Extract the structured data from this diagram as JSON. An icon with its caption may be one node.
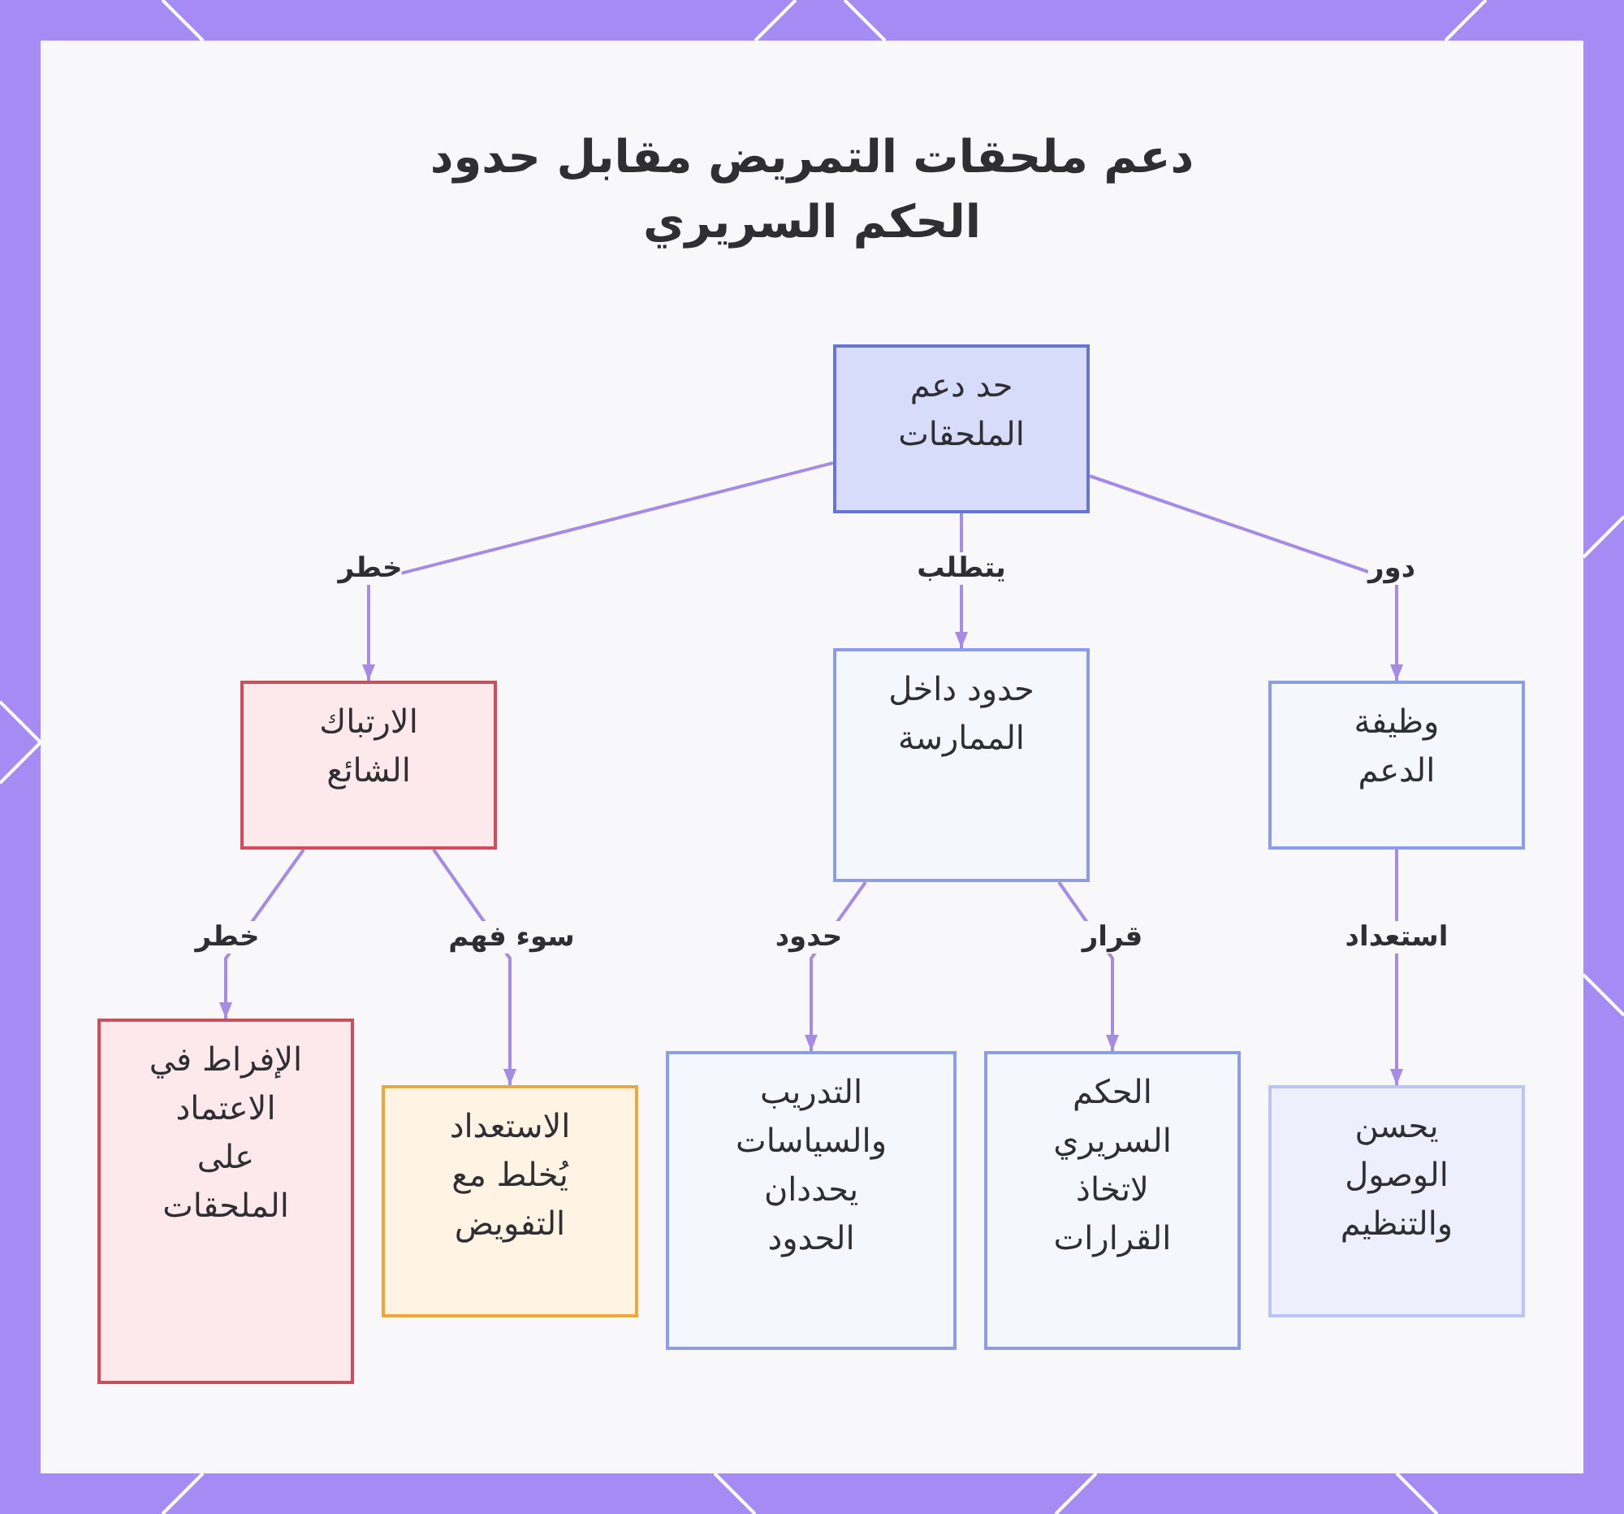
{
  "diagram": {
    "title": "دعم ملحقات التمريض مقابل حدود الحكم السريري",
    "nodes": [
      {
        "text": [
          "حد دعم الملحقات"
        ]
      },
      {
        "text": [
          "الارتباك الشائع"
        ]
      },
      {
        "text": [
          "حدود داخل الممارسة"
        ]
      },
      {
        "text": [
          "وظيفة الدعم"
        ]
      },
      {
        "text": [
          "الإفراط في الاعتماد على الملحقات"
        ]
      },
      {
        "text": [
          "الاستعداد يُخلط مع التفويض"
        ]
      },
      {
        "text": [
          "التدريب والسياسات يحددان الحدود"
        ]
      },
      {
        "text": [
          "الحكم السريري لاتخاذ القرارات"
        ]
      },
      {
        "text": [
          "يحسن الوصول والتنظيم"
        ]
      }
    ],
    "edges": [
      {
        "from": 0,
        "to": 1,
        "arrow": "to",
        "label": "خطر"
      },
      {
        "from": 0,
        "to": 2,
        "arrow": "to",
        "label": "يتطلب"
      },
      {
        "from": 0,
        "to": 3,
        "arrow": "to",
        "label": "دور"
      },
      {
        "from": 1,
        "to": 4,
        "arrow": "to",
        "label": "خطر"
      },
      {
        "from": 1,
        "to": 5,
        "arrow": "to",
        "label": "سوء فهم"
      },
      {
        "from": 2,
        "to": 6,
        "arrow": "to",
        "label": "حدود"
      },
      {
        "from": 2,
        "to": 7,
        "arrow": "to",
        "label": "قرار"
      },
      {
        "from": 3,
        "to": 8,
        "arrow": "to",
        "label": "استعداد"
      }
    ]
  }
}
